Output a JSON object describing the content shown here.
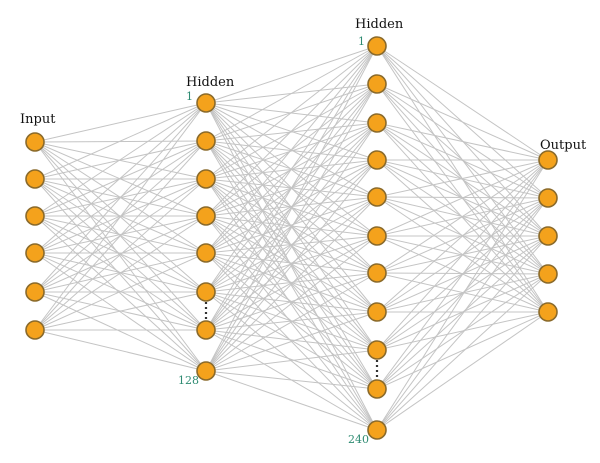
{
  "colors": {
    "node_fill": "#f4a21c",
    "node_stroke": "#8a6a2b",
    "edge": "#c4c4c4",
    "index_text": "#2e8b72",
    "ellipsis": "#333333"
  },
  "layers": [
    {
      "name": "input",
      "label": "Input",
      "nodes": 6,
      "first_index": "",
      "last_index": "",
      "ellipsis": false
    },
    {
      "name": "hidden-1",
      "label": "Hidden",
      "nodes": 8,
      "first_index": "1",
      "last_index": "128",
      "ellipsis": true
    },
    {
      "name": "hidden-2",
      "label": "Hidden",
      "nodes": 11,
      "first_index": "1",
      "last_index": "240",
      "ellipsis": true
    },
    {
      "name": "output",
      "label": "Output",
      "nodes": 5,
      "first_index": "",
      "last_index": "",
      "ellipsis": false
    }
  ]
}
